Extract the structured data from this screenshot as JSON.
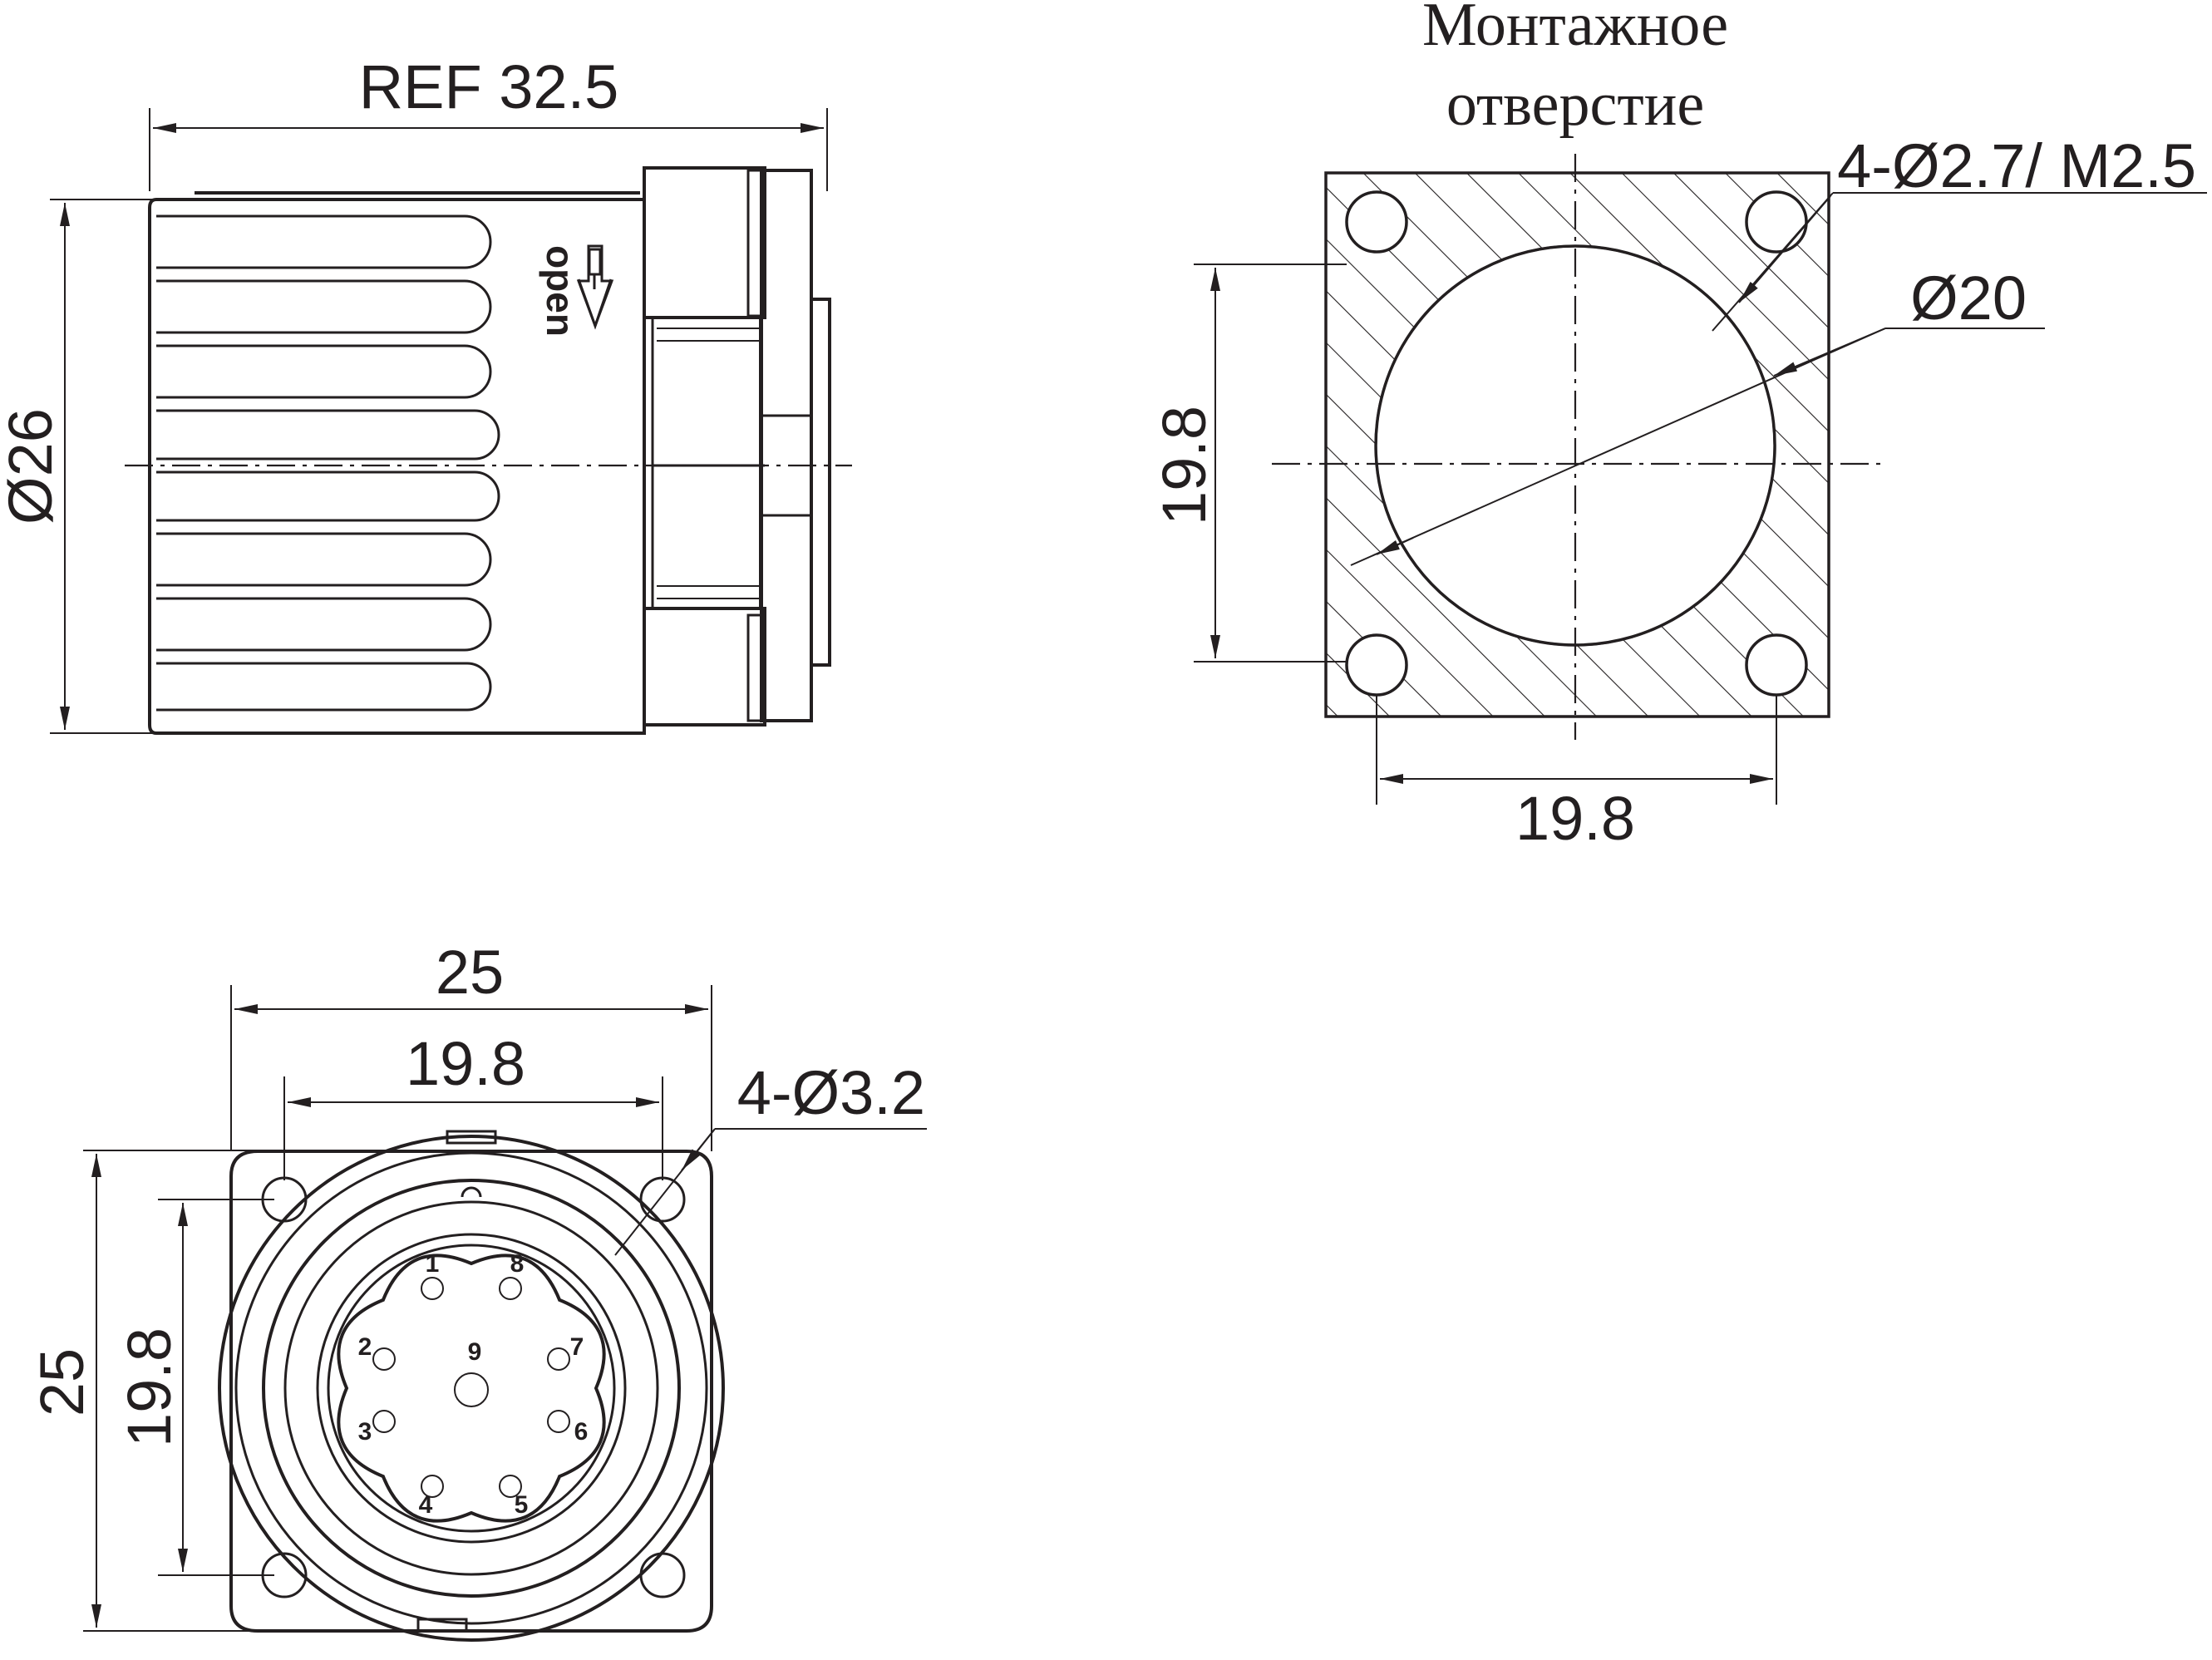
{
  "side_view": {
    "length_label": "REF 32.5",
    "diameter_label": "Ø26",
    "open_label": "open"
  },
  "mounting_hole": {
    "title_line1": "Монтажное",
    "title_line2": "отверстие",
    "holes_label": "4-Ø2.7/ M2.5",
    "bore_label": "Ø20",
    "vertical_spacing_label": "19.8",
    "horizontal_spacing_label": "19.8"
  },
  "front_view": {
    "width_label": "25",
    "height_label": "25",
    "hole_spacing_x_label": "19.8",
    "hole_spacing_y_label": "19.8",
    "holes_label": "4-Ø3.2",
    "pins": [
      "1",
      "2",
      "3",
      "4",
      "5",
      "6",
      "7",
      "8",
      "9"
    ]
  },
  "colors": {
    "line": "#231f20",
    "background": "#ffffff"
  }
}
